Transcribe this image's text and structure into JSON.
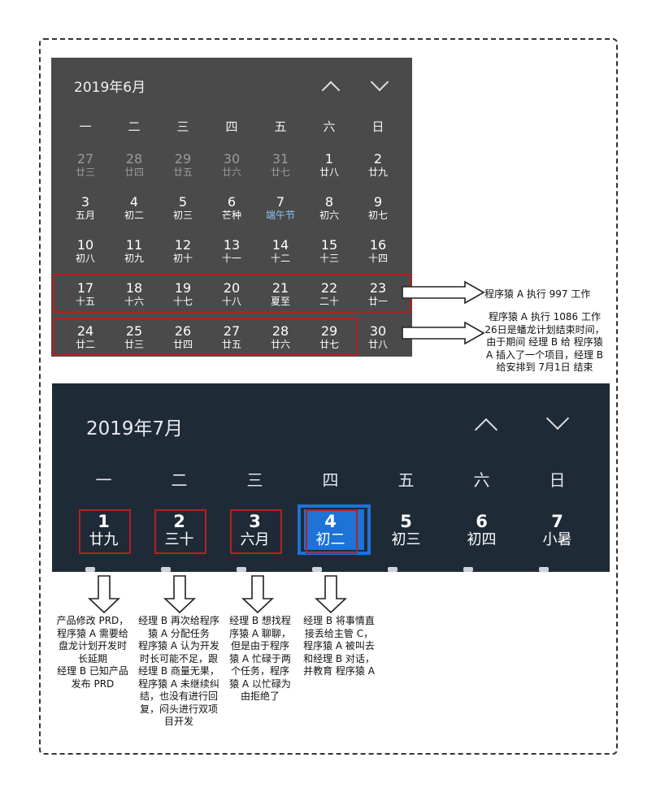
{
  "june": {
    "title": "2019年6月",
    "weekdays": [
      "一",
      "二",
      "三",
      "四",
      "五",
      "六",
      "日"
    ],
    "rows": [
      [
        {
          "n": "27",
          "l": "廿三",
          "dim": true
        },
        {
          "n": "28",
          "l": "廿四",
          "dim": true
        },
        {
          "n": "29",
          "l": "廿五",
          "dim": true
        },
        {
          "n": "30",
          "l": "廿六",
          "dim": true
        },
        {
          "n": "31",
          "l": "廿七",
          "dim": true
        },
        {
          "n": "1",
          "l": "廿八"
        },
        {
          "n": "2",
          "l": "廿九"
        }
      ],
      [
        {
          "n": "3",
          "l": "五月"
        },
        {
          "n": "4",
          "l": "初二"
        },
        {
          "n": "5",
          "l": "初三"
        },
        {
          "n": "6",
          "l": "芒种"
        },
        {
          "n": "7",
          "l": "端午节",
          "fest": true
        },
        {
          "n": "8",
          "l": "初六"
        },
        {
          "n": "9",
          "l": "初七"
        }
      ],
      [
        {
          "n": "10",
          "l": "初八"
        },
        {
          "n": "11",
          "l": "初九"
        },
        {
          "n": "12",
          "l": "初十"
        },
        {
          "n": "13",
          "l": "十一"
        },
        {
          "n": "14",
          "l": "十二"
        },
        {
          "n": "15",
          "l": "十三"
        },
        {
          "n": "16",
          "l": "十四"
        }
      ],
      [
        {
          "n": "17",
          "l": "十五"
        },
        {
          "n": "18",
          "l": "十六"
        },
        {
          "n": "19",
          "l": "十七"
        },
        {
          "n": "20",
          "l": "十八"
        },
        {
          "n": "21",
          "l": "夏至"
        },
        {
          "n": "22",
          "l": "二十"
        },
        {
          "n": "23",
          "l": "廿一"
        }
      ],
      [
        {
          "n": "24",
          "l": "廿二"
        },
        {
          "n": "25",
          "l": "廿三"
        },
        {
          "n": "26",
          "l": "廿四"
        },
        {
          "n": "27",
          "l": "廿五"
        },
        {
          "n": "28",
          "l": "廿六"
        },
        {
          "n": "29",
          "l": "廿七"
        },
        {
          "n": "30",
          "l": "廿八"
        }
      ]
    ]
  },
  "july": {
    "title": "2019年7月",
    "weekdays": [
      "一",
      "二",
      "三",
      "四",
      "五",
      "六",
      "日"
    ],
    "row": [
      {
        "n": "1",
        "l": "廿九"
      },
      {
        "n": "2",
        "l": "三十"
      },
      {
        "n": "3",
        "l": "六月"
      },
      {
        "n": "4",
        "l": "初二",
        "selected": true
      },
      {
        "n": "5",
        "l": "初三"
      },
      {
        "n": "6",
        "l": "初四"
      },
      {
        "n": "7",
        "l": "小暑"
      }
    ]
  },
  "notes": {
    "week_17_23": "程序猿 A 执行 997 工作",
    "week_24_30": [
      "程序猿 A 执行 1086 工作",
      "26日是蟠龙计划结束时间，",
      "由于期间 经理 B 给 程序猿",
      "A 插入了一个项目，经理 B",
      "给安排到 7月1日 结束"
    ],
    "july1": [
      "产品修改 PRD，",
      "程序猿 A 需要给",
      "盘龙计划开发时",
      "长延期",
      "经理 B 已知产品",
      "发布 PRD"
    ],
    "july2": [
      "经理 B 再次给程序",
      "猿 A 分配任务",
      "程序猿 A 认为开发",
      "时长可能不足，跟",
      "经理 B 商量无果，",
      "程序猿 A 未继续纠",
      "结，也没有进行回",
      "复，闷头进行双项",
      "目开发"
    ],
    "july3": [
      "经理 B 想找程",
      "序猿 A 聊聊，",
      "但是由于程序",
      "猿 A 忙碌于两",
      "个任务，程序",
      "猿 A 以忙碌为",
      "由拒绝了"
    ],
    "july4": [
      "经理 B 将事情直",
      "接丢给主管 C，",
      "程序猿 A 被叫去",
      "和经理 B 对话，",
      "并教育 程序猿 A"
    ]
  }
}
